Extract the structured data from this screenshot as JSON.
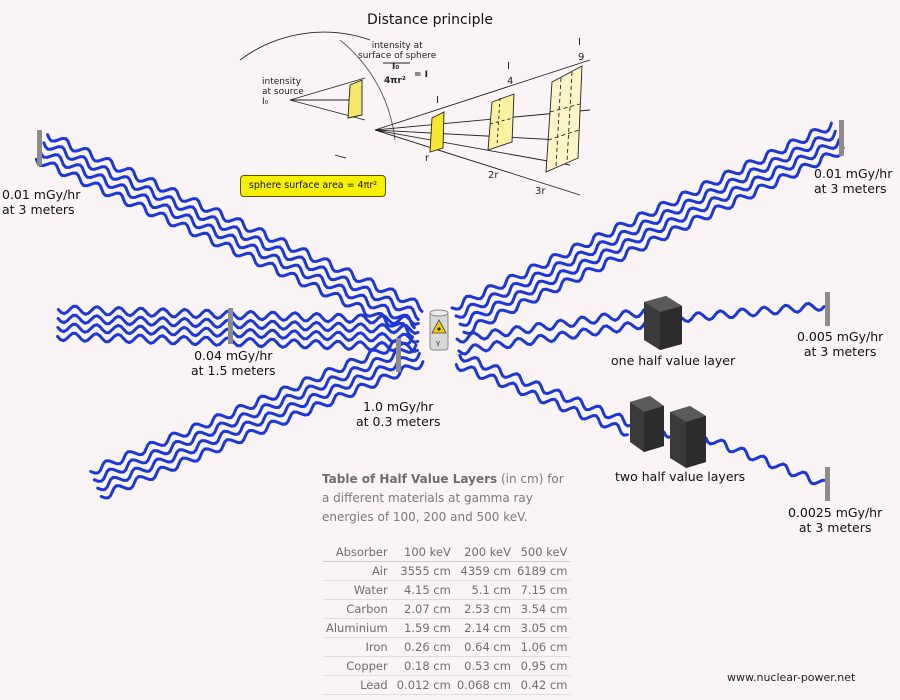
{
  "title": "Distance principle",
  "diagram": {
    "intensity_source": [
      "intensity",
      "at source",
      "I₀"
    ],
    "intensity_surface": [
      "intensity at",
      "surface of sphere"
    ],
    "formula_num": "I₀",
    "formula_den": "4πr²",
    "formula_eq": "= I",
    "fractions": [
      {
        "num": "I",
        "den": ""
      },
      {
        "num": "I",
        "den": "4"
      },
      {
        "num": "I",
        "den": "9"
      }
    ],
    "radii": [
      "r",
      "2r",
      "3r"
    ],
    "area_box": "sphere surface area  =  4πr²"
  },
  "labels": {
    "top_left": [
      "0.01 mGy/hr",
      "at 3 meters"
    ],
    "top_right": [
      "0.01 mGy/hr",
      "at 3 meters"
    ],
    "mid_left": [
      "0.04 mGy/hr",
      "at 1.5 meters"
    ],
    "near": [
      "1.0 mGy/hr",
      "at 0.3 meters"
    ],
    "right_one": [
      "0.005 mGy/hr",
      "at 3 meters"
    ],
    "right_two": [
      "0.0025 mGy/hr",
      "at 3 meters"
    ],
    "one_hvl": "one half value layer",
    "two_hvl": "two half value layers"
  },
  "table": {
    "intro_bold": "Table of Half Value Layers",
    "intro_rest": " (in cm) for a different materials at gamma ray energies of 100, 200 and 500 keV.",
    "headers": [
      "Absorber",
      "100 keV",
      "200 keV",
      "500 keV"
    ],
    "rows": [
      [
        "Air",
        "3555 cm",
        "4359 cm",
        "6189 cm"
      ],
      [
        "Water",
        "4.15 cm",
        "5.1 cm",
        "7.15 cm"
      ],
      [
        "Carbon",
        "2.07 cm",
        "2.53 cm",
        "3.54 cm"
      ],
      [
        "Aluminium",
        "1.59 cm",
        "2.14 cm",
        "3.05 cm"
      ],
      [
        "Iron",
        "0.26 cm",
        "0.64 cm",
        "1.06 cm"
      ],
      [
        "Copper",
        "0.18 cm",
        "0.53 cm",
        "0.95 cm"
      ],
      [
        "Lead",
        "0.012 cm",
        "0.068 cm",
        "0.42 cm"
      ]
    ]
  },
  "website": "www.nuclear-power.net",
  "colors": {
    "wave": "#1c39d6",
    "background": "#fbf4f7",
    "yellow": "#f7f000",
    "shield": "#444444",
    "detector": "#8c8c8c"
  }
}
